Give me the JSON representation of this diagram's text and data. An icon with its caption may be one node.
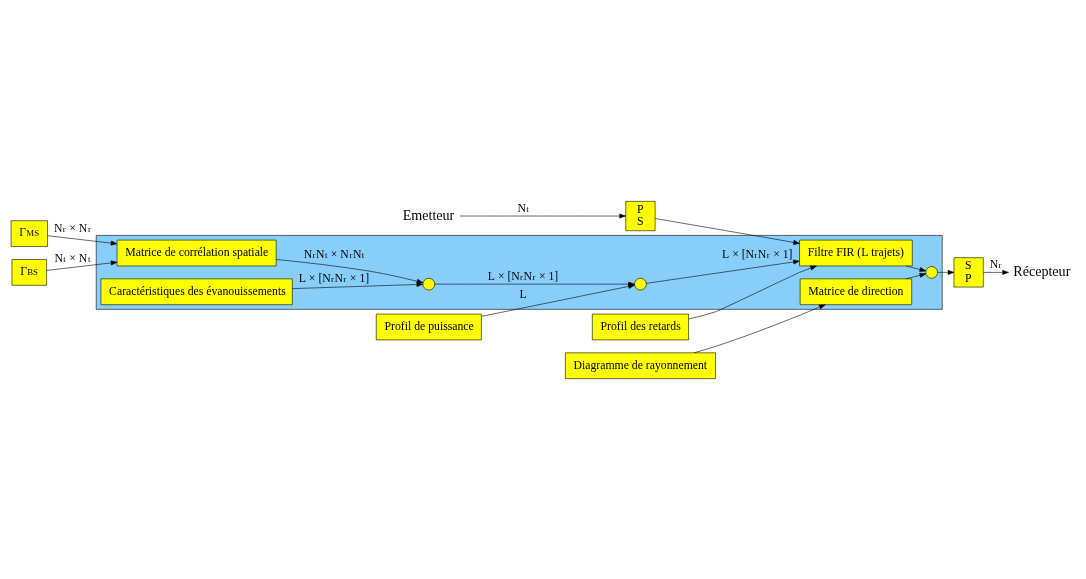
{
  "diagram": {
    "nodes": [
      {
        "text": [
          "Emetteur"
        ]
      },
      {
        "text": [
          "P",
          "S"
        ]
      },
      {
        "text": [
          "Profil des retards"
        ]
      },
      {
        "text": [],
        "shape": "box"
      },
      {
        "text": [
          "Filtre FIR (L trajets)"
        ],
        "in": 3
      },
      {
        "text": [],
        "shape": "circle",
        "in": 3
      },
      {
        "text": [
          "S",
          "P"
        ]
      },
      {
        "text": [
          "Récepteur"
        ]
      },
      {
        "text": [
          "Matrice de direction"
        ],
        "in": 3
      },
      {
        "text": [
          "Diagramme de rayonnement"
        ]
      },
      {
        "text": [],
        "shape": "circle",
        "in": 3
      },
      {
        "text": [
          "Profil de puissance"
        ]
      },
      {
        "text": [],
        "shape": "circle",
        "in": 3
      },
      {
        "text": [
          "Matrice de corrélation spatiale"
        ],
        "in": 3
      },
      {
        "text": [
          "Γ$_{MS}$"
        ]
      },
      {
        "text": [
          "Γ$_{BS}$"
        ]
      },
      {
        "text": [
          "Caractéristiques des évanouissements"
        ],
        "in": 3
      }
    ],
    "edges": [
      {
        "from": 0,
        "to": 1,
        "arrow": "to",
        "label": "N$_{t}$"
      },
      {
        "from": 1,
        "to": 4,
        "arrow": "to"
      },
      {
        "from": 2,
        "to": 4,
        "arrow": "to"
      },
      {
        "from": 4,
        "to": 5,
        "arrow": "to"
      },
      {
        "from": 5,
        "to": 6,
        "arrow": "to"
      },
      {
        "from": 6,
        "to": 7,
        "arrow": "to",
        "label": "N$_{r}$"
      },
      {
        "from": 8,
        "to": 5,
        "arrow": "to"
      },
      {
        "from": 9,
        "to": 8,
        "arrow": "to"
      },
      {
        "from": 10,
        "to": 4,
        "arrow": "to",
        "label": "L × [N$_{r}$N$_{r}$ × 1]"
      },
      {
        "from": 11,
        "to": 10,
        "arrow": "to",
        "label": "L"
      },
      {
        "from": 12,
        "to": 10,
        "arrow": "to",
        "label": "L × [N$_{r}$N$_{r}$ × 1]"
      },
      {
        "from": 13,
        "to": 12,
        "arrow": "to",
        "label": "N$_{r}$N$_{t}$ × N$_{r}$N$_{t}$"
      },
      {
        "from": 14,
        "to": 13,
        "arrow": "to",
        "label": "N$_{r}$ × N$_{r}$"
      },
      {
        "from": 15,
        "to": 13,
        "arrow": "to",
        "label": "N$_{t}$ × N$_{t}$"
      },
      {
        "from": 16,
        "to": 12,
        "arrow": "to",
        "label": "L × [N$_{r}$N$_{r}$ × 1]"
      }
    ]
  }
}
